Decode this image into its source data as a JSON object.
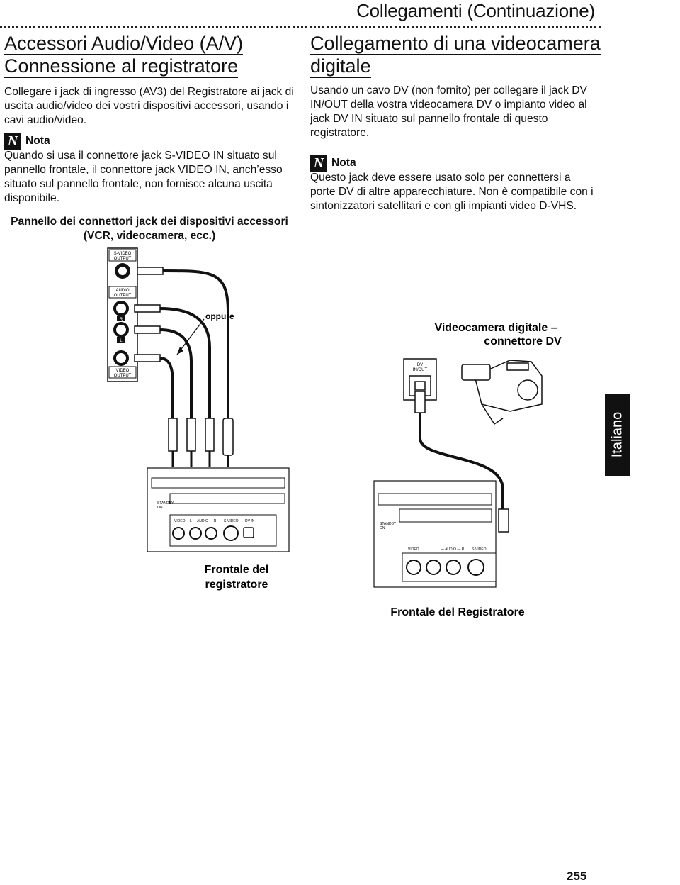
{
  "header": {
    "title": "Collegamenti (Continuazione)"
  },
  "left": {
    "heading_line1": "Accessori Audio/Video (A/V)",
    "heading_line2": "Connessione al registratore",
    "intro": "Collegare i jack di ingresso (AV3) del Registratore ai jack di uscita audio/video dei vostri dispositivi accessori, usando i cavi audio/video.",
    "note_label": "Nota",
    "note_text": "Quando si usa il connettore jack S-VIDEO IN situato sul pannello frontale, il connettore jack VIDEO IN, anch’esso situato sul pannello frontale, non fornisce alcuna uscita disponibile.",
    "diagram_title": "Pannello dei connettori jack dei dispositivi accessori (VCR, videocamera, ecc.)"
  },
  "right": {
    "heading_line1": "Collegamento di una videocamera",
    "heading_line2": "digitale",
    "intro": "Usando un cavo DV (non fornito) per collegare il jack DV IN/OUT della vostra videocamera DV o impianto video al jack DV IN situato sul pannello frontale di questo registratore.",
    "note_label": "Nota",
    "note_text": "Questo jack deve essere usato solo per connettersi a porte DV di altre apparecchiature. Non è compatibile con i sintonizzatori satellitari e con gli impianti video D-VHS."
  },
  "diagram_left": {
    "svideo_output": [
      "S-VIDEO",
      "OUTPUT"
    ],
    "audio_output": [
      "AUDIO",
      "OUTPUT"
    ],
    "r_label": "R",
    "l_label": "L",
    "video_output": [
      "VIDEO",
      "OUTPUT"
    ],
    "oppure": "oppure",
    "standby": [
      "STANDBY",
      "ON"
    ],
    "front_labels": {
      "video": "VIDEO",
      "audio": "L — AUDIO — R",
      "svideo": "S-VIDEO",
      "dvin": "DV IN"
    },
    "caption": [
      "Frontale del",
      "registratore"
    ]
  },
  "diagram_right": {
    "caption_top": [
      "Videocamera digitale –",
      "connettore DV"
    ],
    "dv_label": [
      "DV",
      "IN/OUT"
    ],
    "standby": [
      "STANDBY",
      "ON"
    ],
    "front_labels": {
      "video": "VIDEO",
      "audio": "L — AUDIO — R",
      "svideo": "S-VIDEO"
    },
    "caption": "Frontale del Registratore"
  },
  "side_tab": "Italiano",
  "page_number": "255"
}
